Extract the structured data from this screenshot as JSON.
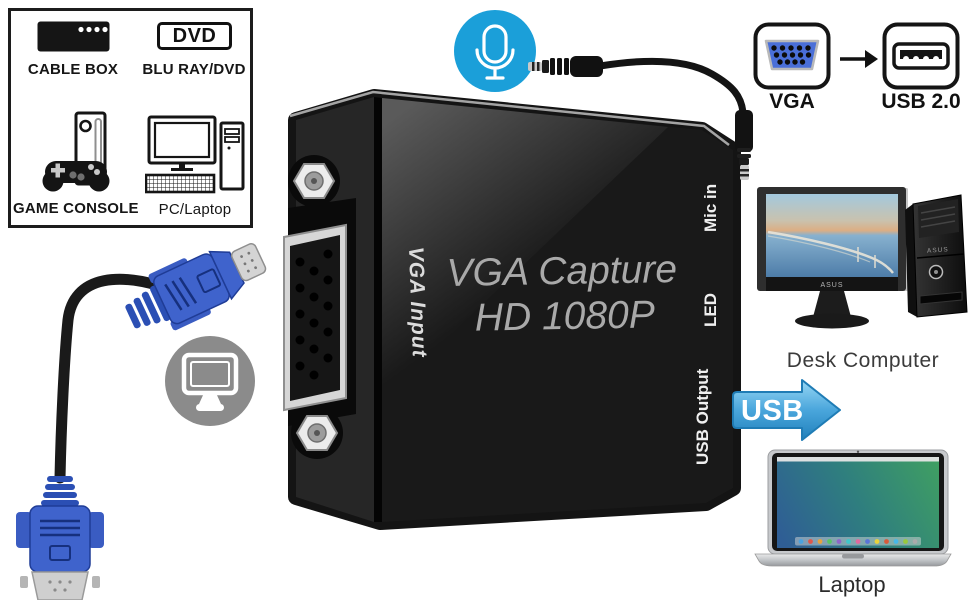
{
  "source_box": {
    "items": [
      {
        "label": "CABLE BOX"
      },
      {
        "label": "BLU RAY/DVD",
        "logo_text": "DVD"
      },
      {
        "label": "GAME CONSOLE"
      },
      {
        "label": "PC/Laptop"
      }
    ]
  },
  "device": {
    "side_label": "VGA Input",
    "title_line1": "VGA Capture",
    "title_line2": "HD 1080P",
    "port_labels": {
      "mic_in": "Mic in",
      "led": "LED",
      "usb_output": "USB Output"
    }
  },
  "conversion": {
    "from_label": "VGA",
    "to_label": "USB 2.0"
  },
  "outputs": {
    "desk_computer_label": "Desk Computer",
    "monitor_brand": "ASUS",
    "usb_arrow_label": "USB",
    "laptop_label": "Laptop"
  },
  "icons": [
    "microphone-icon",
    "monitor-icon",
    "cable-box-icon",
    "dvd-icon",
    "game-console-icon",
    "pc-icon",
    "vga-connector-icon",
    "usb-port-icon",
    "arrow-right-icon",
    "usb-arrow"
  ],
  "colors": {
    "mic_badge_blue": "#1b9fd9",
    "vga_connector_blue": "#3f63cc",
    "usb_arrow_blue": "#2d93cf",
    "monitor_badge_gray": "#8b8b8b",
    "device_black": "#141414"
  }
}
